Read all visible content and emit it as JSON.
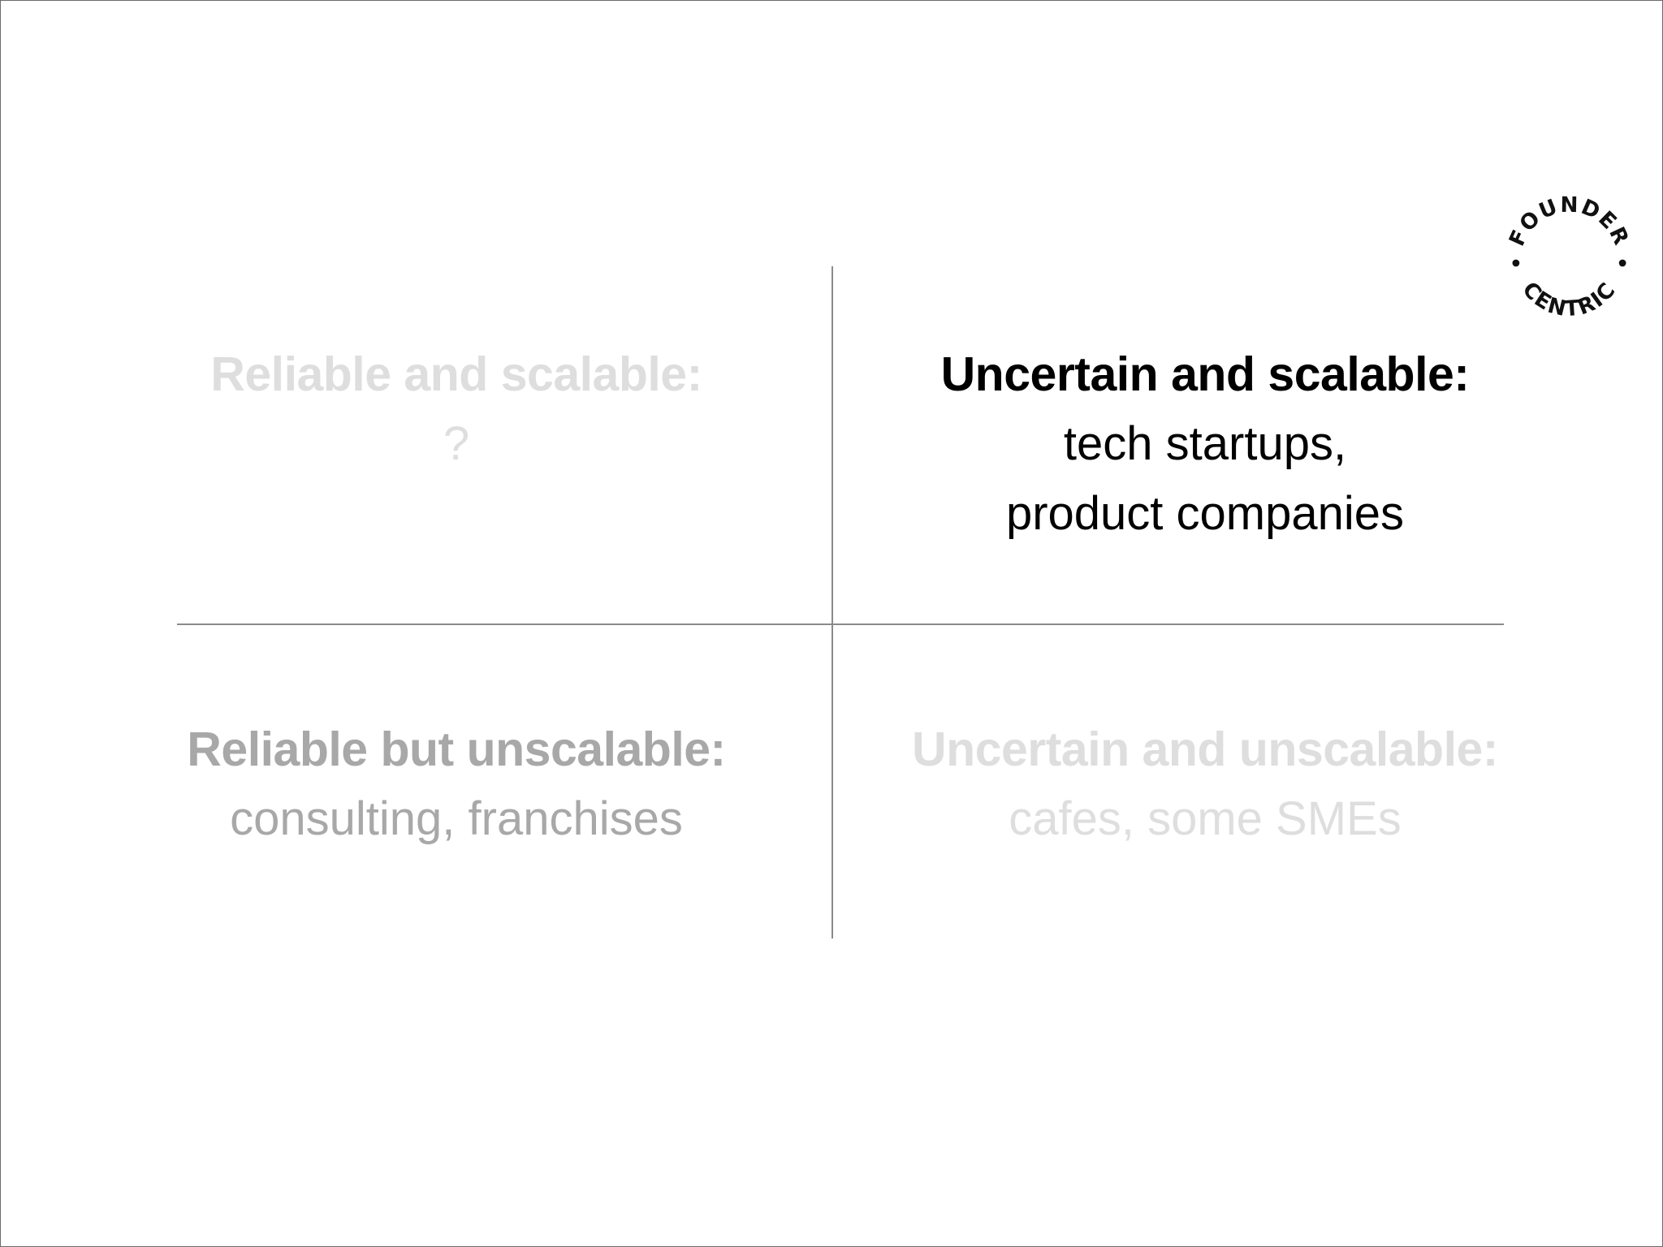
{
  "quadrants": {
    "top_left": {
      "heading": "Reliable and scalable:",
      "body": "?"
    },
    "top_right": {
      "heading": "Uncertain and scalable:",
      "body_line1": "tech startups,",
      "body_line2": "product companies"
    },
    "bottom_left": {
      "heading": "Reliable but unscalable:",
      "body": "consulting, franchises"
    },
    "bottom_right": {
      "heading": "Uncertain and unscalable:",
      "body": "cafes, some SMEs"
    }
  },
  "logo": {
    "top_word": "FOUNDER",
    "bottom_word": "CENTRIC",
    "separator": "·"
  },
  "colors": {
    "highlight": "#000000",
    "secondary": "#a8a8a8",
    "muted": "#dedede",
    "axis": "#8a8a8a"
  }
}
